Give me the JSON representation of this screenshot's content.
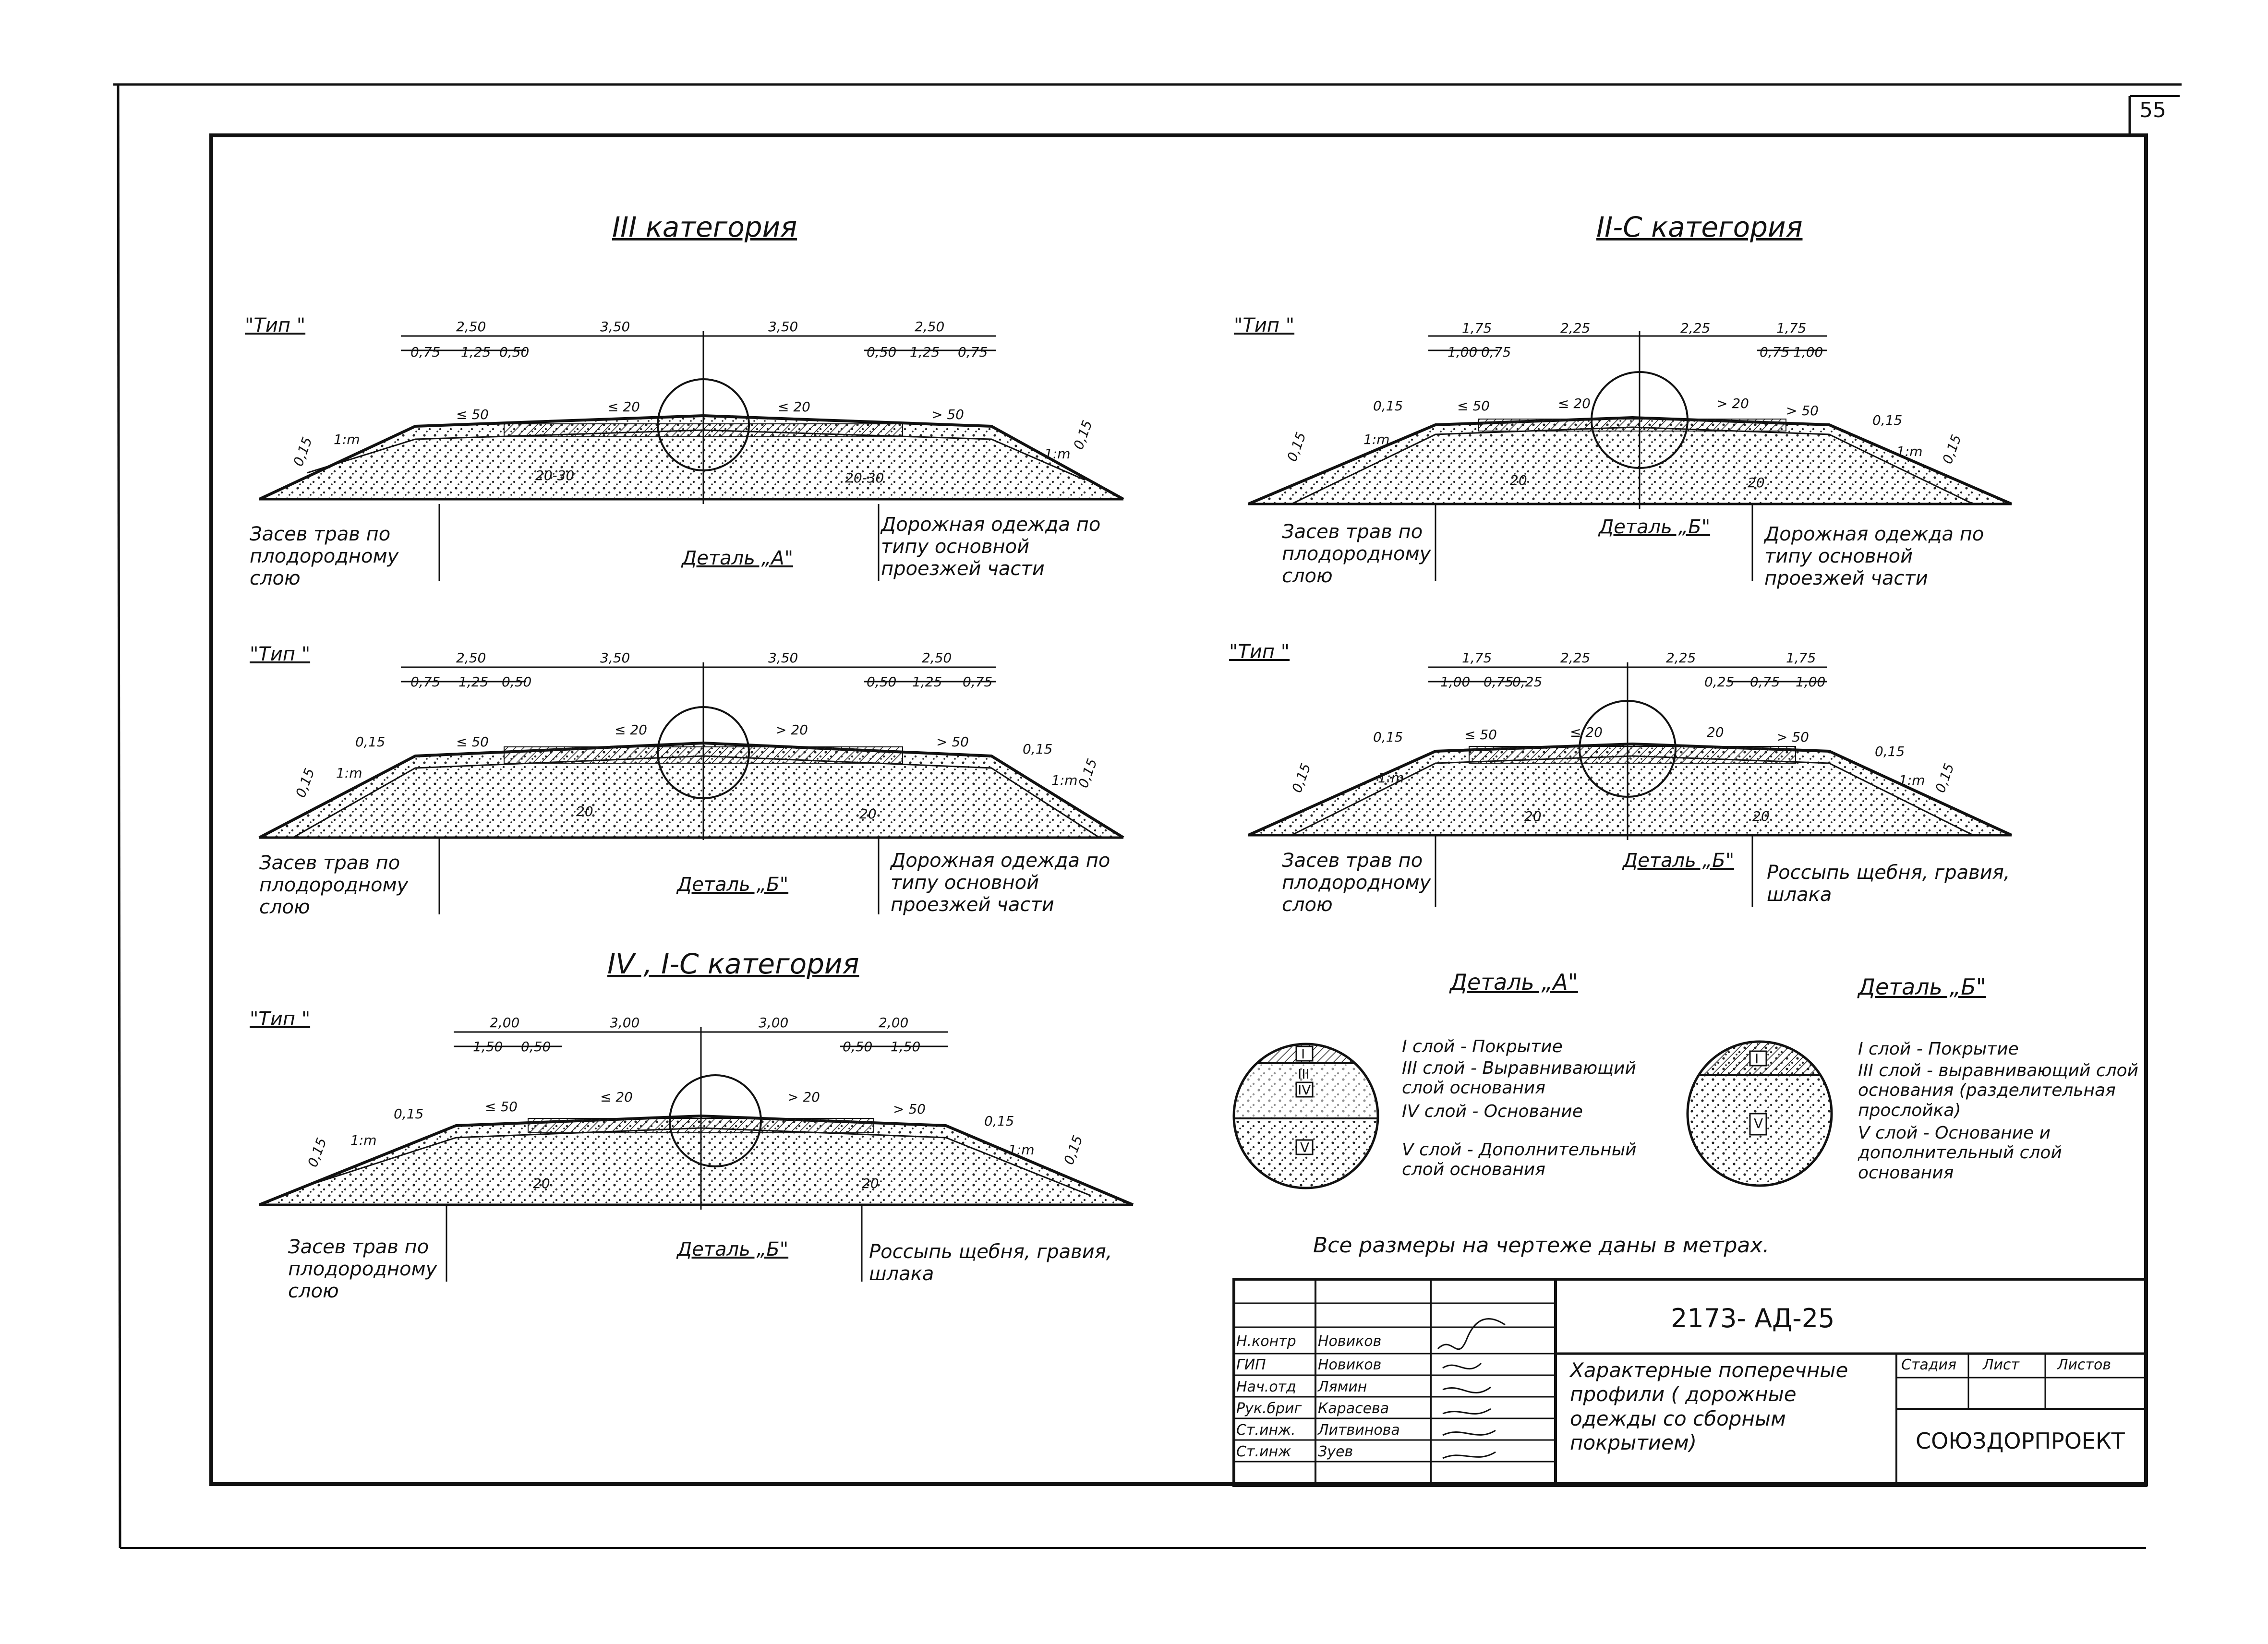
{
  "sheet": {
    "page_number": "55",
    "note": "Все размеры на чертеже даны в метрах."
  },
  "section_iii": {
    "title": "III категория",
    "type1": {
      "label": "\"Тип \"",
      "dims_top": [
        "2,50",
        "3,50",
        "3,50",
        "2,50"
      ],
      "dims_sub": [
        "0,75",
        "1,25",
        "0,50",
        "0,50",
        "1,25",
        "0,75"
      ],
      "slopes": [
        "≤ 50",
        "≤ 20",
        "≤ 20",
        "> 50",
        "1:m",
        "1:m",
        "0,15",
        "0,15",
        "20-30",
        "20-30"
      ],
      "callouts": [
        "Засев трав по плодородному слою",
        "Деталь „А\"",
        "Дорожная одежда по типу основной проезжей части"
      ]
    },
    "type2": {
      "label": "\"Тип \"",
      "dims_top": [
        "2,50",
        "3,50",
        "3,50",
        "2,50"
      ],
      "dims_sub": [
        "0,75",
        "1,25",
        "0,50",
        "0,50",
        "1,25",
        "0,75"
      ],
      "slopes": [
        "≤ 50",
        "≤ 20",
        "> 20",
        "> 50",
        "1:m",
        "1:m",
        "0,15",
        "0,15",
        "0,15",
        "0,15",
        "20",
        "20"
      ],
      "callouts": [
        "Засев трав по плодородному слою",
        "Деталь „Б\"",
        "Дорожная одежда по типу основной проезжей части"
      ]
    }
  },
  "section_iic": {
    "title": "II-С категория",
    "type1": {
      "label": "\"Тип \"",
      "dims_top": [
        "1,75",
        "2,25",
        "2,25",
        "1,75"
      ],
      "dims_sub": [
        "1,00",
        "0,75",
        "0,75",
        "1,00"
      ],
      "slopes": [
        "≤ 50",
        "≤ 20",
        "> 20",
        "> 50",
        "1:m",
        "1:m",
        "0,15",
        "0,15",
        "0,15",
        "0,15",
        "20",
        "20"
      ],
      "callouts": [
        "Засев трав по плодородному слою",
        "Деталь „Б\"",
        "Дорожная одежда по типу основной проезжей части"
      ]
    },
    "type2": {
      "label": "\"Тип \"",
      "dims_top": [
        "1,75",
        "2,25",
        "2,25",
        "1,75"
      ],
      "dims_sub": [
        "1,00",
        "0,75",
        "0,25",
        "0,25",
        "0,75",
        "1,00"
      ],
      "slopes": [
        "≤ 50",
        "≤ 20",
        "20",
        "> 50",
        "1:m",
        "1:m",
        "0,15",
        "0,15",
        "0,15",
        "0,15",
        "20",
        "20"
      ],
      "callouts": [
        "Засев трав по плодородному слою",
        "Деталь „Б\"",
        "Россыпь щебня, гравия, шлака"
      ]
    }
  },
  "section_iv": {
    "title": "IV , I-С категория",
    "type1": {
      "label": "\"Тип \"",
      "dims_top": [
        "2,00",
        "3,00",
        "3,00",
        "2,00"
      ],
      "dims_sub": [
        "1,50",
        "0,50",
        "0,50",
        "1,50"
      ],
      "slopes": [
        "≤ 50",
        "≤ 20",
        "> 20",
        "> 50",
        "1:m",
        "1:m",
        "0,15",
        "0,15",
        "0,15",
        "0,15",
        "20",
        "20"
      ],
      "callouts": [
        "Засев трав по плодородному слою",
        "Деталь „Б\"",
        "Россыпь щебня, гравия, шлака"
      ]
    }
  },
  "detail_a": {
    "title": "Деталь „А\"",
    "marks": [
      "I",
      "III",
      "IV",
      "V"
    ],
    "legend": [
      "I слой - Покрытие",
      "III слой - Выравнивающий слой основания",
      "IV слой - Основание",
      "V слой - Дополнительный слой основания"
    ]
  },
  "detail_b": {
    "title": "Деталь „Б\"",
    "marks": [
      "I",
      "V"
    ],
    "legend": [
      "I слой - Покрытие",
      "III слой - выравнивающий слой основания (разделительная прослойка)",
      "V слой - Основание и дополнительный слой основания"
    ]
  },
  "title_block": {
    "code": "2173- АД-25",
    "title": "Характерные поперечные профили ( дорожные одежды со сборным покрытием)",
    "org": "СОЮЗДОРПРОЕКТ",
    "cols": [
      "Стадия",
      "Лист",
      "Листов"
    ],
    "roles": [
      {
        "role": "Н.контр",
        "name": "Новиков"
      },
      {
        "role": "ГИП",
        "name": "Новиков"
      },
      {
        "role": "Нач.отд",
        "name": "Лямин"
      },
      {
        "role": "Рук.бриг",
        "name": "Карасева"
      },
      {
        "role": "Ст.инж.",
        "name": "Литвинова"
      },
      {
        "role": "Ст.инж",
        "name": "Зуев"
      }
    ]
  }
}
